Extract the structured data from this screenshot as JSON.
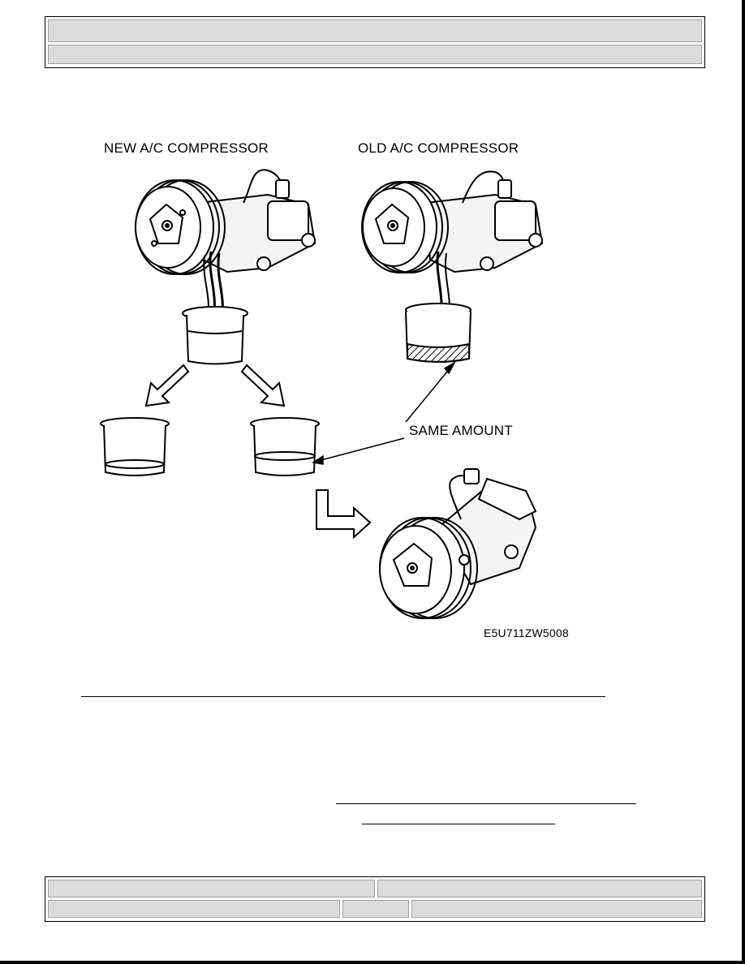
{
  "figure": {
    "labels": {
      "new_compressor": "NEW A/C COMPRESSOR",
      "old_compressor": "OLD A/C COMPRESSOR",
      "same_amount": "SAME AMOUNT",
      "figure_code": "E5U711ZW5008"
    }
  },
  "colors": {
    "frame_fill": "#dcdcdc",
    "line": "#000000"
  }
}
